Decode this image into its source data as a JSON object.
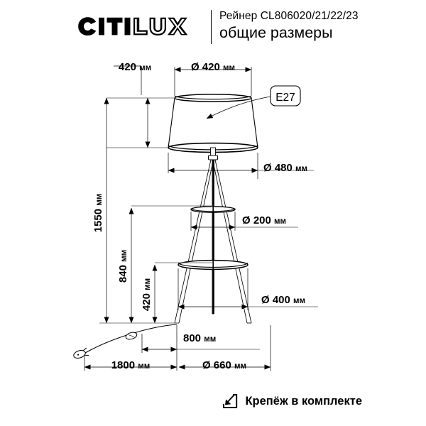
{
  "header": {
    "brand": "CITILUX",
    "model_line": "Рейнер CL806020/21/22/23",
    "subtitle": "общие размеры"
  },
  "drawing": {
    "product": "floor-lamp-tripod-with-shelves",
    "lamp_socket_label": "E27",
    "dimensions": {
      "shade_height": "420 мм",
      "shade_top_diameter": "Ø 420 мм",
      "shade_bottom_diameter": "Ø 480 мм",
      "upper_shelf_diameter": "Ø 200 мм",
      "lower_shelf_diameter": "Ø 400 мм",
      "total_height": "1550 мм",
      "height_to_upper_shelf": "840 мм",
      "height_to_lower_shelf": "420 мм",
      "base_half_width": "800 мм",
      "cord_length": "1800 мм",
      "base_diameter": "Ø 660 мм"
    }
  },
  "footer": {
    "note": "Крепёж в комплекте",
    "icon": "arrow-into-box-icon"
  },
  "colors": {
    "ink": "#000000",
    "background": "#ffffff",
    "dimension_line": "#1a1a1a"
  }
}
